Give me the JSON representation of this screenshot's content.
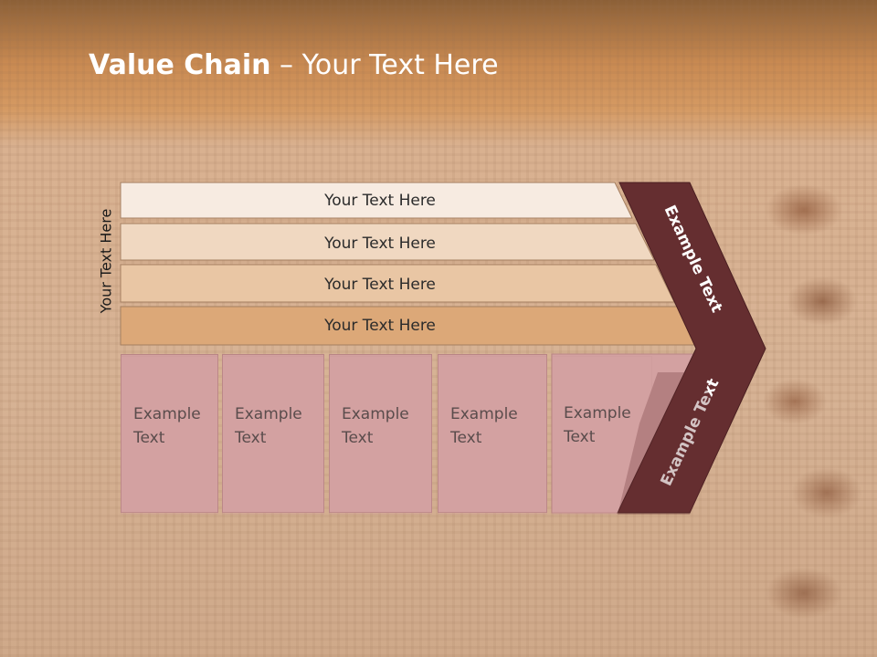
{
  "title": {
    "bold": "Value Chain",
    "rest": " – Your Text Here"
  },
  "vertical_label": "Your Text Here",
  "bars": [
    "Your Text Here",
    "Your Text Here",
    "Your Text Here",
    "Your Text Here"
  ],
  "columns": [
    {
      "line1": "Example",
      "line2": "Text"
    },
    {
      "line1": "Example",
      "line2": "Text"
    },
    {
      "line1": "Example",
      "line2": "Text"
    },
    {
      "line1": "Example",
      "line2": "Text"
    },
    {
      "line1": "Example",
      "line2": "Text"
    }
  ],
  "chevron": {
    "upper": "Example Text",
    "lower": "Example Text"
  },
  "colors": {
    "bar1": "#f7ebe1",
    "bar2": "#f0d8c1",
    "bar3": "#e9c6a4",
    "bar4": "#dca878",
    "column": "#d3a1a1",
    "chevron": "#652e30"
  }
}
